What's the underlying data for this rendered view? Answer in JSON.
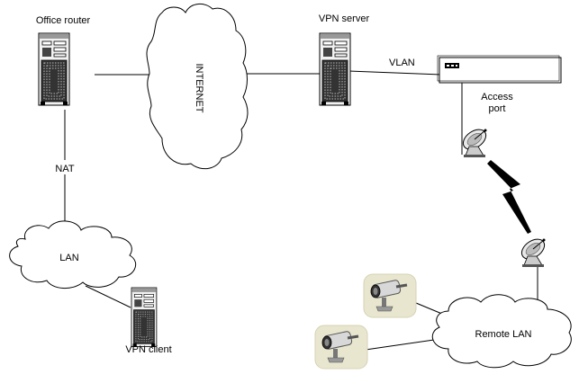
{
  "labels": {
    "office_router": "Office router",
    "vpn_server": "VPN server",
    "vlan": "VLAN",
    "access_port": [
      "Access",
      "port"
    ],
    "nat": "NAT",
    "lan": "LAN",
    "vpn_client": "VPN client",
    "remote_lan": "Remote LAN",
    "internet": "INTERNET"
  },
  "colors": {
    "line": "#000000",
    "cloud_fill": "#ffffff",
    "server_body": "#f2f2f2",
    "camera_bg": "#e9e6cf"
  }
}
